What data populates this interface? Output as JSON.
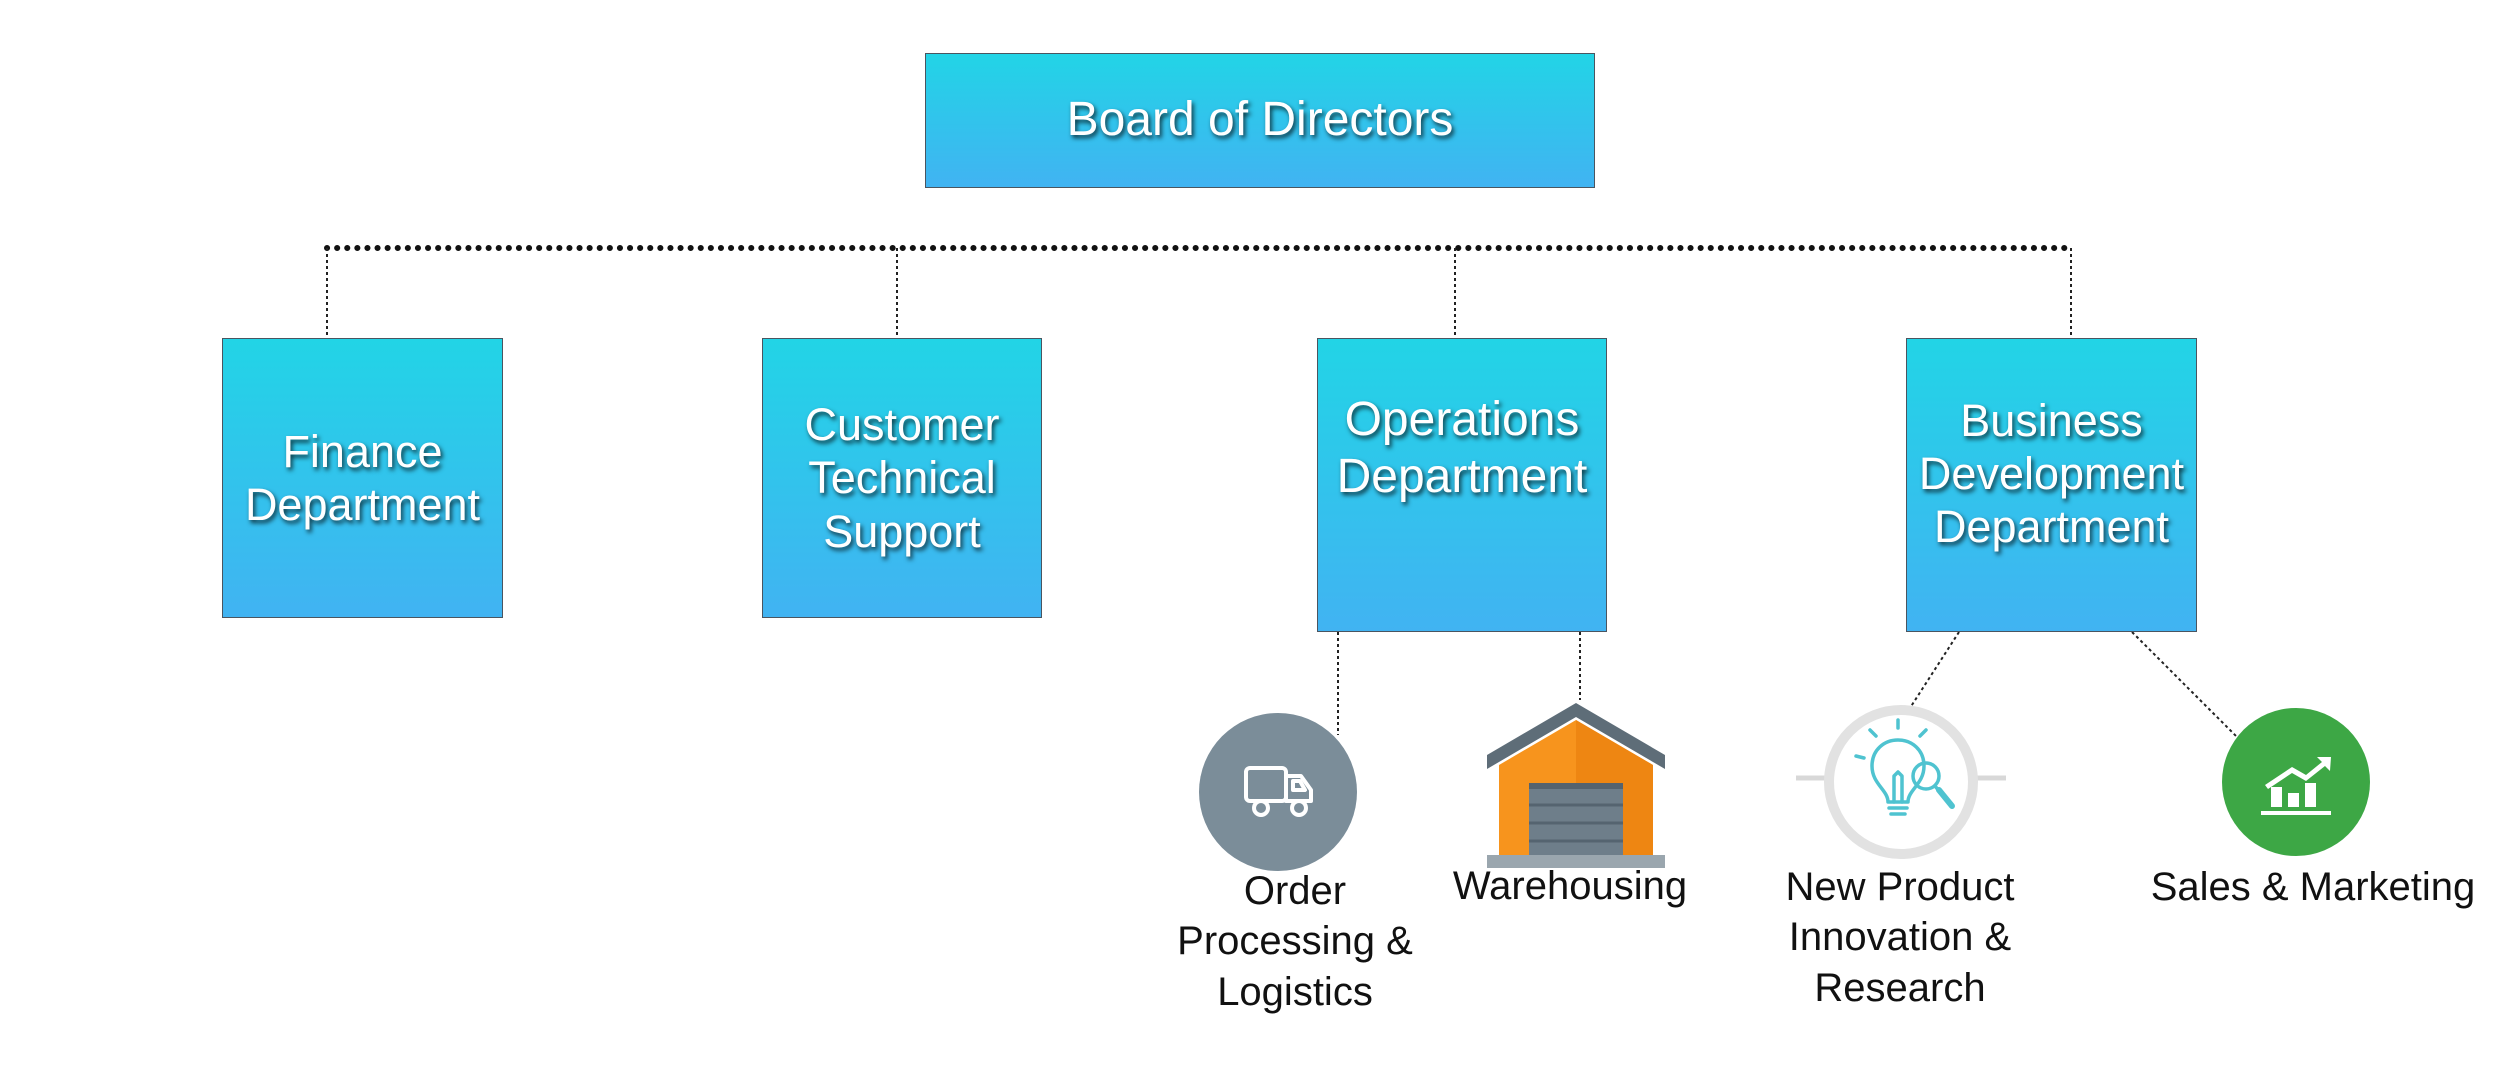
{
  "board": {
    "label": "Board of Directors"
  },
  "departments": {
    "finance": [
      "Finance",
      "Department"
    ],
    "support": [
      "Customer",
      "Technical",
      "Support"
    ],
    "operations": [
      "Operations",
      "Department"
    ],
    "business_dev": [
      "Business",
      "Development",
      "Department"
    ]
  },
  "sub_units": {
    "order_processing": {
      "lines": [
        "Order",
        "Processing &",
        "Logistics"
      ],
      "icon": "truck-icon",
      "color": "#7b8d99"
    },
    "warehousing": {
      "lines": [
        "Warehousing"
      ],
      "icon": "warehouse-icon",
      "color": "#f7941d"
    },
    "innovation": {
      "lines": [
        "New Product",
        "Innovation &",
        "Research"
      ],
      "icon": "lightbulb-icon",
      "color": "#4fc3d0"
    },
    "sales": {
      "lines": [
        "Sales & Marketing"
      ],
      "icon": "growth-chart-icon",
      "color": "#3da745"
    }
  },
  "colors": {
    "box_top": "#22d4e6",
    "box_bottom": "#41b3f2",
    "connector": "#111111"
  }
}
